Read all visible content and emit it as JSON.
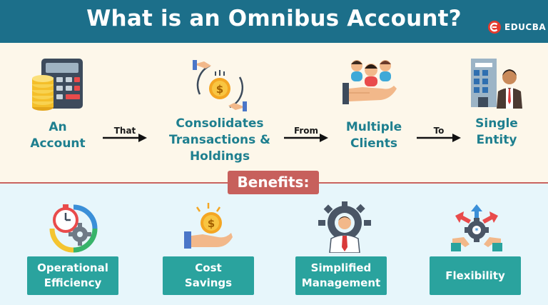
{
  "header": {
    "title": "What is an Omnibus Account?",
    "logo_text": "EDUCBA"
  },
  "flow": {
    "steps": [
      {
        "line1": "An",
        "line2": "Account",
        "line3": ""
      },
      {
        "line1": "Consolidates",
        "line2": "Transactions &",
        "line3": "Holdings"
      },
      {
        "line1": "Multiple",
        "line2": "Clients",
        "line3": ""
      },
      {
        "line1": "Single",
        "line2": "Entity",
        "line3": ""
      }
    ],
    "connectors": [
      "That",
      "From",
      "To"
    ]
  },
  "benefits": {
    "title": "Benefits:",
    "items": [
      {
        "line1": "Operational",
        "line2": "Efficiency"
      },
      {
        "line1": "Cost",
        "line2": "Savings"
      },
      {
        "line1": "Simplified",
        "line2": "Management"
      },
      {
        "line1": "Flexibility",
        "line2": ""
      }
    ]
  },
  "colors": {
    "header_bg": "#1c6f8a",
    "step_text": "#1e7f8f",
    "badge_bg": "#c7605c",
    "benefit_box_bg": "#2aa39e",
    "top_bg": "#fdf7ea",
    "bottom_bg": "#e7f6fb"
  },
  "icons": [
    "calculator-coins-icon",
    "hand-money-cycle-icon",
    "hand-clients-icon",
    "office-businessman-icon",
    "stopwatch-gear-icon",
    "hand-coin-icon",
    "manager-gear-icon",
    "hands-gear-arrows-icon"
  ]
}
